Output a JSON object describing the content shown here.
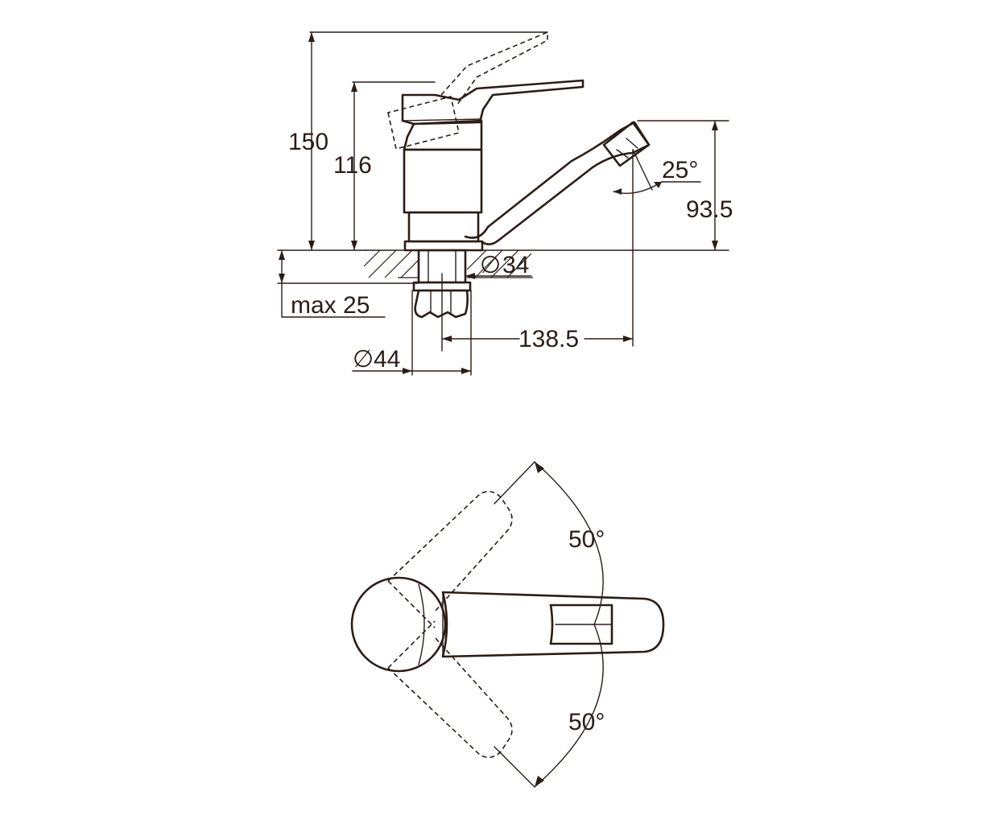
{
  "side_view": {
    "height_total": "150",
    "height_body": "116",
    "spout_height": "93.5",
    "spout_angle": "25°",
    "thread_diameter": "34",
    "mount_max_thickness": "max 25",
    "spout_reach": "138.5",
    "base_diameter": "44",
    "diameter_symbol": "∅"
  },
  "top_view": {
    "rotation_up": "50°",
    "rotation_down": "50°"
  },
  "colors": {
    "line": "#2b1d16",
    "background": "#ffffff"
  }
}
